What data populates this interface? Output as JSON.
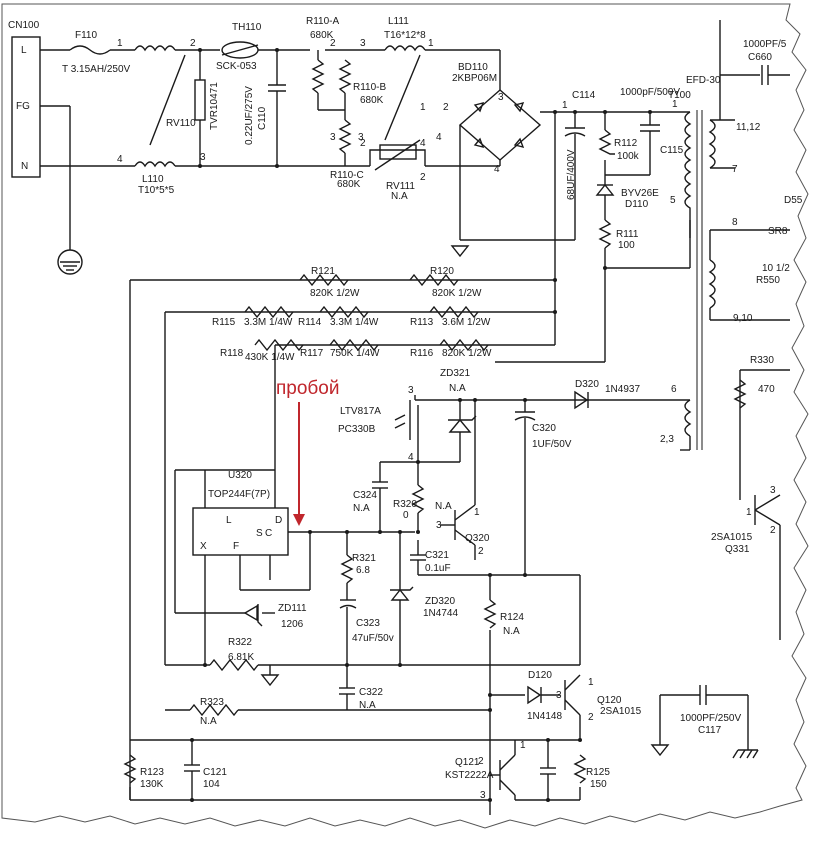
{
  "annotation": "пробой",
  "colors": {
    "annotation": "#c0262c",
    "wire": "#1a1a1a"
  },
  "labels": [
    {
      "id": "cn100",
      "t": "CN100"
    },
    {
      "id": "cnL",
      "t": "L"
    },
    {
      "id": "cnFG",
      "t": "FG"
    },
    {
      "id": "cnN",
      "t": "N"
    },
    {
      "id": "f110",
      "t": "F110"
    },
    {
      "id": "f110v",
      "t": "T  3.15AH/250V"
    },
    {
      "id": "th110",
      "t": "TH110"
    },
    {
      "id": "th110v",
      "t": "SCK-053"
    },
    {
      "id": "r110a",
      "t": "R110-A"
    },
    {
      "id": "r110av",
      "t": "680K"
    },
    {
      "id": "r110b",
      "t": "R110-B"
    },
    {
      "id": "r110bv",
      "t": "680K"
    },
    {
      "id": "r110c",
      "t": "R110-C"
    },
    {
      "id": "r110cv",
      "t": "680K"
    },
    {
      "id": "l111",
      "t": "L111"
    },
    {
      "id": "l111v",
      "t": "T16*12*8"
    },
    {
      "id": "rv110",
      "t": "RV110"
    },
    {
      "id": "tvr",
      "t": "TVR10471"
    },
    {
      "id": "c110",
      "t": "C110"
    },
    {
      "id": "c110v",
      "t": "0.22UF/275V"
    },
    {
      "id": "l110",
      "t": "L110"
    },
    {
      "id": "l110v",
      "t": "T10*5*5"
    },
    {
      "id": "rv111",
      "t": "RV111"
    },
    {
      "id": "rv111v",
      "t": "N.A"
    },
    {
      "id": "bd110",
      "t": "BD110"
    },
    {
      "id": "bd110v",
      "t": "2KBP06M"
    },
    {
      "id": "c114",
      "t": "C114"
    },
    {
      "id": "c114v",
      "t": "68UF/400V"
    },
    {
      "id": "c115cap",
      "t": "1000pF/500V"
    },
    {
      "id": "r112",
      "t": "R112"
    },
    {
      "id": "r112v",
      "t": "100k"
    },
    {
      "id": "c115",
      "t": "C115"
    },
    {
      "id": "d110",
      "t": "BYV26E"
    },
    {
      "id": "d110b",
      "t": "D110"
    },
    {
      "id": "r111",
      "t": "R111"
    },
    {
      "id": "r111v",
      "t": "100"
    },
    {
      "id": "efd",
      "t": "EFD-30"
    },
    {
      "id": "t100",
      "t": "T100"
    },
    {
      "id": "c660",
      "t": "1000PF/5"
    },
    {
      "id": "c660b",
      "t": "C660"
    },
    {
      "id": "p1112",
      "t": "11,12"
    },
    {
      "id": "p7",
      "t": "7"
    },
    {
      "id": "p5",
      "t": "5"
    },
    {
      "id": "p1",
      "t": "1"
    },
    {
      "id": "p8",
      "t": "8"
    },
    {
      "id": "p910",
      "t": "9,10"
    },
    {
      "id": "p6",
      "t": "6"
    },
    {
      "id": "p23",
      "t": "2,3"
    },
    {
      "id": "d55",
      "t": "D55"
    },
    {
      "id": "sr8",
      "t": "SR8"
    },
    {
      "id": "r550",
      "t": "10 1/2"
    },
    {
      "id": "r550b",
      "t": "R550"
    },
    {
      "id": "r121",
      "t": "R121"
    },
    {
      "id": "r121v",
      "t": "820K 1/2W"
    },
    {
      "id": "r120",
      "t": "R120"
    },
    {
      "id": "r120v",
      "t": "820K 1/2W"
    },
    {
      "id": "r115",
      "t": "R115"
    },
    {
      "id": "r115v",
      "t": "3.3M 1/4W"
    },
    {
      "id": "r114",
      "t": "R114"
    },
    {
      "id": "r114v",
      "t": "3.3M 1/4W"
    },
    {
      "id": "r113",
      "t": "R113"
    },
    {
      "id": "r113v",
      "t": "3.6M 1/2W"
    },
    {
      "id": "r118",
      "t": "R118"
    },
    {
      "id": "r118v",
      "t": "430K 1/4W"
    },
    {
      "id": "r117",
      "t": "R117"
    },
    {
      "id": "r117v",
      "t": "750K 1/4W"
    },
    {
      "id": "r116",
      "t": "R116"
    },
    {
      "id": "r116v",
      "t": "820K 1/2W"
    },
    {
      "id": "zd321",
      "t": "ZD321"
    },
    {
      "id": "zd321v",
      "t": "N.A"
    },
    {
      "id": "ltv",
      "t": "LTV817A"
    },
    {
      "id": "pc330b",
      "t": "PC330B"
    },
    {
      "id": "d320",
      "t": "D320"
    },
    {
      "id": "d320v",
      "t": "1N4937"
    },
    {
      "id": "c320",
      "t": "C320"
    },
    {
      "id": "c320v",
      "t": "1UF/50V"
    },
    {
      "id": "r330",
      "t": "R330"
    },
    {
      "id": "r330v",
      "t": "470"
    },
    {
      "id": "u320",
      "t": "U320"
    },
    {
      "id": "top",
      "t": "TOP244F(7P)"
    },
    {
      "id": "pinL",
      "t": "L"
    },
    {
      "id": "pinX",
      "t": "X"
    },
    {
      "id": "pinF",
      "t": "F"
    },
    {
      "id": "pinS",
      "t": "S"
    },
    {
      "id": "pinC",
      "t": "C"
    },
    {
      "id": "pinD",
      "t": "D"
    },
    {
      "id": "c324",
      "t": "C324"
    },
    {
      "id": "c324v",
      "t": "N.A"
    },
    {
      "id": "r320",
      "t": "R320"
    },
    {
      "id": "r320v",
      "t": "0"
    },
    {
      "id": "na320",
      "t": "N.A"
    },
    {
      "id": "q320",
      "t": "Q320"
    },
    {
      "id": "c321",
      "t": "C321"
    },
    {
      "id": "c321v",
      "t": "0.1uF"
    },
    {
      "id": "r321",
      "t": "R321"
    },
    {
      "id": "r321v",
      "t": "6.8"
    },
    {
      "id": "zd320",
      "t": "ZD320"
    },
    {
      "id": "zd320v",
      "t": "1N4744"
    },
    {
      "id": "c323",
      "t": "C323"
    },
    {
      "id": "c323v",
      "t": "47uF/50v"
    },
    {
      "id": "zd111",
      "t": "ZD111"
    },
    {
      "id": "zd111v",
      "t": "1206"
    },
    {
      "id": "r124",
      "t": "R124"
    },
    {
      "id": "r124v",
      "t": "N.A"
    },
    {
      "id": "r322",
      "t": "R322"
    },
    {
      "id": "r322v",
      "t": "6.81K"
    },
    {
      "id": "r323",
      "t": "R323"
    },
    {
      "id": "r323v",
      "t": "N.A"
    },
    {
      "id": "c322",
      "t": "C322"
    },
    {
      "id": "c322v",
      "t": "N.A"
    },
    {
      "id": "d120",
      "t": "D120"
    },
    {
      "id": "d120v",
      "t": "1N4148"
    },
    {
      "id": "q120",
      "t": "Q120"
    },
    {
      "id": "q120v",
      "t": "2SA1015"
    },
    {
      "id": "c117",
      "t": "1000PF/250V"
    },
    {
      "id": "c117b",
      "t": "C117"
    },
    {
      "id": "r123",
      "t": "R123"
    },
    {
      "id": "r123v",
      "t": "130K"
    },
    {
      "id": "c121",
      "t": "C121"
    },
    {
      "id": "c121v",
      "t": "104"
    },
    {
      "id": "q121",
      "t": "Q121"
    },
    {
      "id": "q121v",
      "t": "KST2222A"
    },
    {
      "id": "r125",
      "t": "R125"
    },
    {
      "id": "r125v",
      "t": "150"
    },
    {
      "id": "q331",
      "t": "2SA1015"
    },
    {
      "id": "q331b",
      "t": "Q331"
    },
    {
      "id": "n1",
      "t": "1"
    },
    {
      "id": "n2",
      "t": "2"
    },
    {
      "id": "n3",
      "t": "3"
    },
    {
      "id": "n4",
      "t": "4"
    },
    {
      "id": "n5",
      "t": "2"
    },
    {
      "id": "n6",
      "t": "3"
    },
    {
      "id": "n7",
      "t": "1"
    },
    {
      "id": "n8",
      "t": "2"
    },
    {
      "id": "n9",
      "t": "3"
    },
    {
      "id": "n10",
      "t": "4"
    },
    {
      "id": "n11",
      "t": "2"
    },
    {
      "id": "n12",
      "t": "1"
    },
    {
      "id": "n13",
      "t": "4"
    },
    {
      "id": "n14",
      "t": "3"
    },
    {
      "id": "n15",
      "t": "3"
    },
    {
      "id": "n16",
      "t": "4"
    },
    {
      "id": "n17",
      "t": "1"
    },
    {
      "id": "n18",
      "t": "2"
    },
    {
      "id": "n19",
      "t": "3"
    },
    {
      "id": "n20",
      "t": "1"
    },
    {
      "id": "n21",
      "t": "2"
    },
    {
      "id": "n22",
      "t": "3"
    },
    {
      "id": "n23",
      "t": "2"
    },
    {
      "id": "n24",
      "t": "1"
    },
    {
      "id": "n25",
      "t": "3"
    },
    {
      "id": "n26",
      "t": "1"
    },
    {
      "id": "n27",
      "t": "3"
    },
    {
      "id": "n28",
      "t": "2"
    },
    {
      "id": "n29",
      "t": "4"
    },
    {
      "id": "n30",
      "t": "3"
    },
    {
      "id": "n31",
      "t": "2"
    },
    {
      "id": "n32",
      "t": "1"
    }
  ]
}
